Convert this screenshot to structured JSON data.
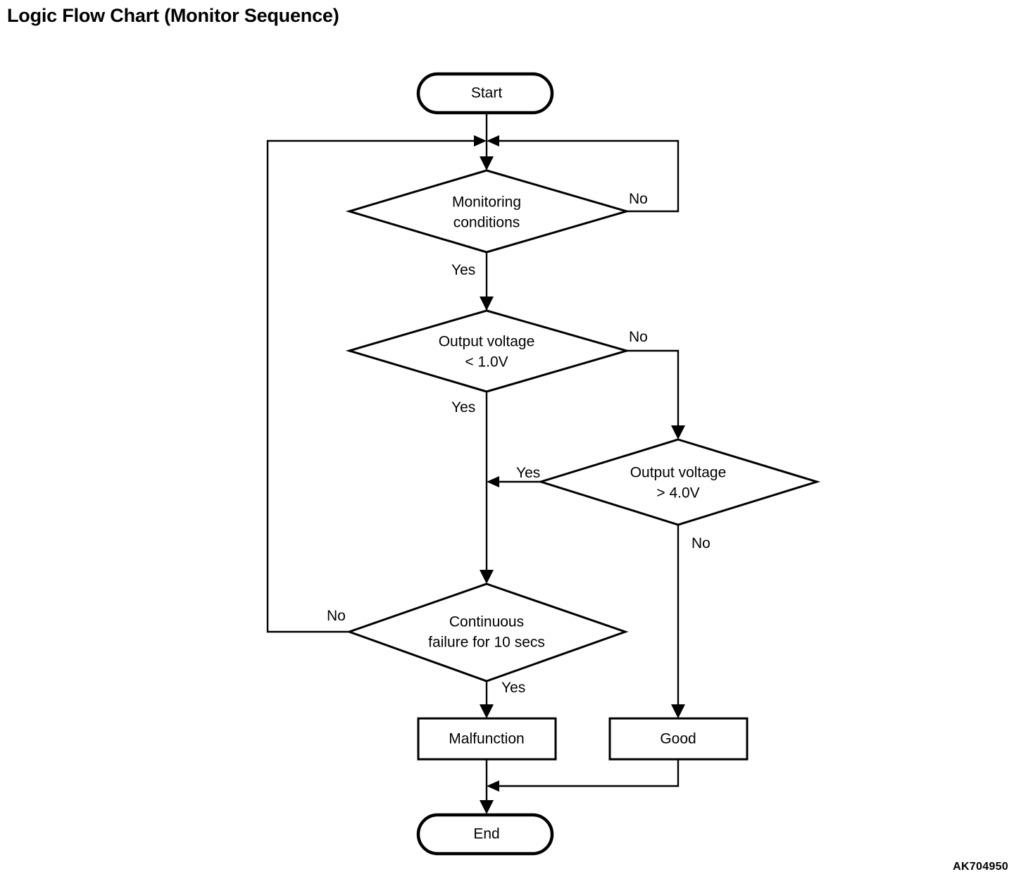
{
  "page": {
    "title": "Logic Flow Chart (Monitor Sequence)",
    "watermark": "AK704950",
    "background_color": "#ffffff",
    "line_color": "#000000"
  },
  "chart_data": {
    "type": "diagram",
    "diagram_kind": "flowchart",
    "title": "Logic Flow Chart (Monitor Sequence)",
    "orientation": "top-to-bottom",
    "nodes": [
      {
        "id": "start",
        "shape": "terminator",
        "label": "Start"
      },
      {
        "id": "monitoring",
        "shape": "decision",
        "label_line1": "Monitoring",
        "label_line2": "conditions"
      },
      {
        "id": "volt_low",
        "shape": "decision",
        "label_line1": "Output voltage",
        "label_line2": "< 1.0V"
      },
      {
        "id": "volt_high",
        "shape": "decision",
        "label_line1": "Output voltage",
        "label_line2": "> 4.0V"
      },
      {
        "id": "cont_fail",
        "shape": "decision",
        "label_line1": "Continuous",
        "label_line2": "failure for 10 secs"
      },
      {
        "id": "malfunction",
        "shape": "process",
        "label": "Malfunction"
      },
      {
        "id": "good",
        "shape": "process",
        "label": "Good"
      },
      {
        "id": "end",
        "shape": "terminator",
        "label": "End"
      }
    ],
    "edges": [
      {
        "from": "start",
        "to": "monitoring",
        "label": ""
      },
      {
        "from": "monitoring",
        "to": "volt_low",
        "label": "Yes"
      },
      {
        "from": "monitoring",
        "to": "monitoring",
        "label": "No"
      },
      {
        "from": "volt_low",
        "to": "cont_fail",
        "label": "Yes"
      },
      {
        "from": "volt_low",
        "to": "volt_high",
        "label": "No"
      },
      {
        "from": "volt_high",
        "to": "cont_fail",
        "label": "Yes"
      },
      {
        "from": "volt_high",
        "to": "good",
        "label": "No"
      },
      {
        "from": "cont_fail",
        "to": "malfunction",
        "label": "Yes"
      },
      {
        "from": "cont_fail",
        "to": "monitoring",
        "label": "No"
      },
      {
        "from": "malfunction",
        "to": "end",
        "label": ""
      },
      {
        "from": "good",
        "to": "end",
        "label": ""
      }
    ]
  },
  "labels": {
    "start": "Start",
    "monitoring_l1": "Monitoring",
    "monitoring_l2": "conditions",
    "monitoring_yes": "Yes",
    "monitoring_no": "No",
    "volt_low_l1": "Output voltage",
    "volt_low_l2": "< 1.0V",
    "volt_low_yes": "Yes",
    "volt_low_no": "No",
    "volt_high_l1": "Output voltage",
    "volt_high_l2": "> 4.0V",
    "volt_high_yes": "Yes",
    "volt_high_no": "No",
    "cont_fail_l1": "Continuous",
    "cont_fail_l2": "failure for 10 secs",
    "cont_fail_yes": "Yes",
    "cont_fail_no": "No",
    "malfunction": "Malfunction",
    "good": "Good",
    "end": "End"
  }
}
